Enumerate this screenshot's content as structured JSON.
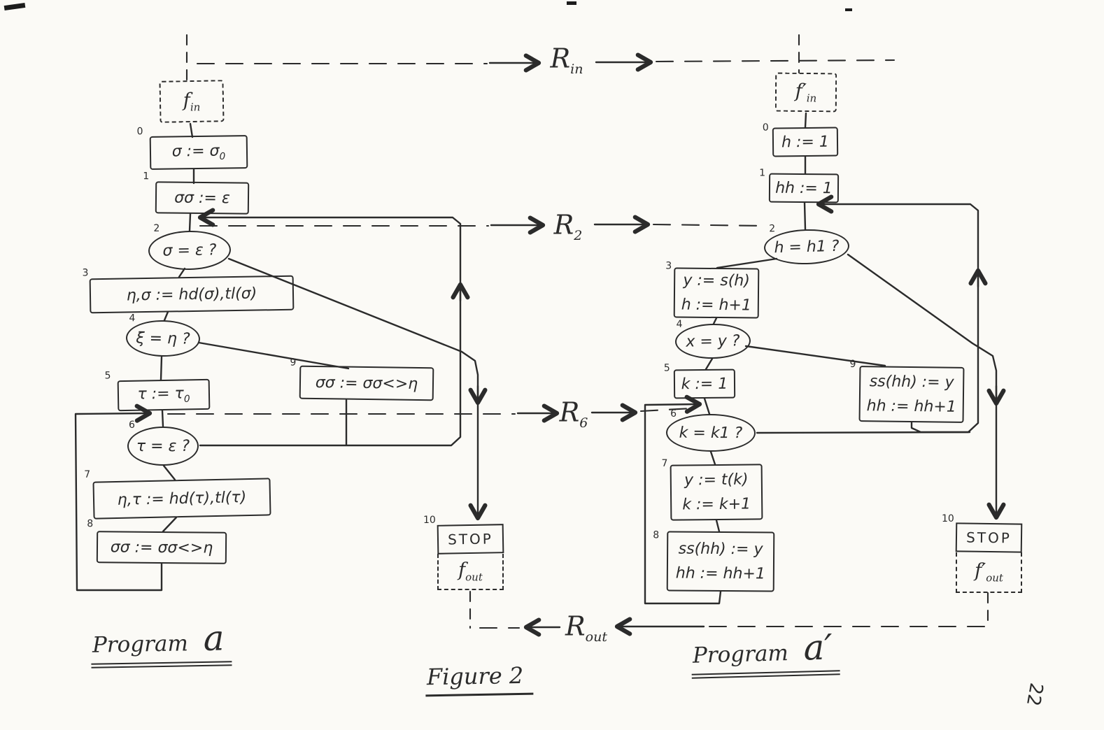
{
  "colors": {
    "ink": "#2b2b2b",
    "paper": "#fbfaf6"
  },
  "figure": {
    "caption": "Figure 2",
    "page_number": "22"
  },
  "relations": {
    "r_in": {
      "base": "R",
      "sub": "in"
    },
    "r_2": {
      "base": "R",
      "sub": "2"
    },
    "r_6": {
      "base": "R",
      "sub": "6"
    },
    "r_out": {
      "base": "R",
      "sub": "out"
    }
  },
  "left_program": {
    "caption": {
      "word": "Program",
      "letter": "a"
    },
    "entry": {
      "base": "f",
      "sub": "in"
    },
    "exit": {
      "base": "f",
      "sub": "out"
    },
    "stop_label": "STOP",
    "nodes": {
      "n0": {
        "num": "0",
        "text": "σ := σ",
        "sub": "0"
      },
      "n1": {
        "num": "1",
        "text": "σσ := ε"
      },
      "n2": {
        "num": "2",
        "text": "σ = ε ?"
      },
      "n3": {
        "num": "3",
        "text": "η,σ := hd(σ),tl(σ)"
      },
      "n4": {
        "num": "4",
        "text": "ξ = η ?"
      },
      "n5": {
        "num": "5",
        "text": "τ := τ",
        "sub": "0"
      },
      "n6": {
        "num": "6",
        "text": "τ = ε ?"
      },
      "n7": {
        "num": "7",
        "text": "η,τ := hd(τ),tl(τ)"
      },
      "n8": {
        "num": "8",
        "text": "σσ := σσ<>η"
      },
      "n9": {
        "num": "9",
        "text": "σσ := σσ<>η"
      },
      "n10": {
        "num": "10"
      }
    }
  },
  "right_program": {
    "caption": {
      "word": "Program",
      "letter": "a′"
    },
    "entry": {
      "base": "f′",
      "sub": "in"
    },
    "exit": {
      "base": "f′",
      "sub": "out"
    },
    "stop_label": "STOP",
    "nodes": {
      "n0": {
        "num": "0",
        "text": "h := 1"
      },
      "n1": {
        "num": "1",
        "text": "hh := 1"
      },
      "n2": {
        "num": "2",
        "text": "h = h1 ?"
      },
      "n3": {
        "num": "3",
        "line1": "y := s(h)",
        "line2": "h := h+1"
      },
      "n4": {
        "num": "4",
        "text": "x = y ?"
      },
      "n5": {
        "num": "5",
        "text": "k := 1"
      },
      "n6": {
        "num": "6",
        "text": "k = k1 ?"
      },
      "n7": {
        "num": "7",
        "line1": "y := t(k)",
        "line2": "k := k+1"
      },
      "n8": {
        "num": "8",
        "line1": "ss(hh) := y",
        "line2": "hh := hh+1"
      },
      "n9": {
        "num": "9",
        "line1": "ss(hh) := y",
        "line2": "hh := hh+1"
      },
      "n10": {
        "num": "10"
      }
    }
  }
}
